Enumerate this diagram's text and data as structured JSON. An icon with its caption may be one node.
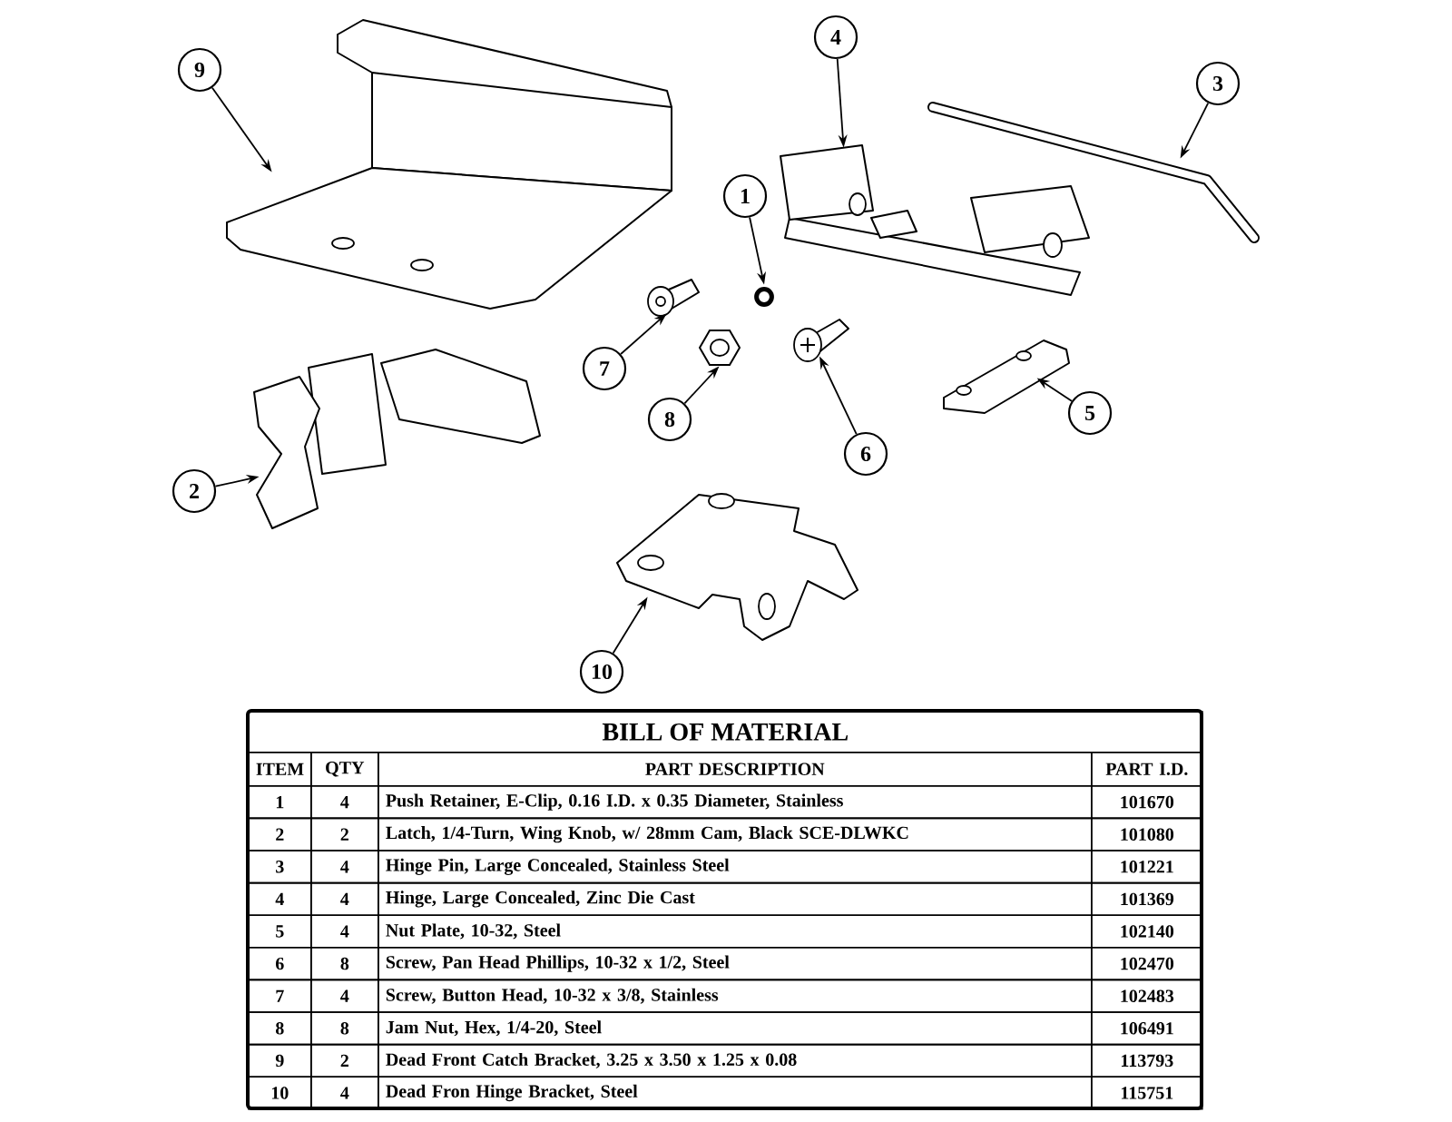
{
  "diagram": {
    "nodes": [
      {
        "text": [
          "4"
        ]
      },
      {
        "text": [
          "9"
        ]
      },
      {
        "text": [
          "3"
        ]
      },
      {
        "text": [
          "1"
        ]
      },
      {
        "text": [
          "7"
        ]
      },
      {
        "text": [
          "5"
        ]
      },
      {
        "text": [
          "8"
        ]
      },
      {
        "text": [
          "6"
        ]
      },
      {
        "text": [
          "2"
        ]
      },
      {
        "text": [
          "10"
        ]
      },
      {
        "text": [],
        "shape": "picture"
      },
      {
        "text": [],
        "shape": "picture"
      },
      {
        "text": [],
        "shape": "picture"
      },
      {
        "text": [],
        "shape": "circle"
      },
      {
        "text": [],
        "shape": "picture"
      },
      {
        "text": [],
        "shape": "picture"
      },
      {
        "text": [],
        "shape": "picture"
      },
      {
        "text": [],
        "shape": "picture"
      },
      {
        "text": [],
        "shape": "picture"
      },
      {
        "text": [],
        "shape": "picture"
      }
    ],
    "edges": [
      {
        "from": 0,
        "to": 10,
        "arrow": "to"
      },
      {
        "from": 1,
        "to": 11,
        "arrow": "to"
      },
      {
        "from": 2,
        "to": 12,
        "arrow": "to"
      },
      {
        "from": 3,
        "to": 13,
        "arrow": "to"
      },
      {
        "from": 4,
        "to": 14,
        "arrow": "to"
      },
      {
        "from": 5,
        "to": 15,
        "arrow": "to"
      },
      {
        "from": 6,
        "to": 16,
        "arrow": "to"
      },
      {
        "from": 7,
        "to": 17,
        "arrow": "to"
      },
      {
        "from": 8,
        "to": 18,
        "arrow": "to"
      },
      {
        "from": 9,
        "to": 19,
        "arrow": "to"
      }
    ],
    "labels": [
      "BILL OF MATERIAL",
      "ITEM",
      "QTY",
      "PART DESCRIPTION",
      "PART I.D.",
      "1",
      "4",
      "Push Retainer, E-Clip, 0.16 I.D. x 0.35 Diameter, Stainless",
      "101670",
      "2",
      "2",
      "Latch, 1/4-Turn, Wing Knob, w/ 28mm Cam, Black SCE-DLWKC",
      "101080",
      "3",
      "4",
      "Hinge Pin, Large Concealed, Stainless Steel",
      "101221",
      "4",
      "4",
      "Hinge, Large Concealed, Zinc Die Cast",
      "101369",
      "5",
      "4",
      "Nut Plate, 10-32, Steel",
      "102140",
      "6",
      "8",
      "Screw, Pan Head Phillips, 10-32 x 1/2, Steel",
      "102470",
      "7",
      "4",
      "Screw, Button Head, 10-32 x 3/8, Stainless",
      "102483",
      "8",
      "8",
      "Jam Nut, Hex, 1/4-20, Steel",
      "106491",
      "9",
      "2",
      "Dead Front Catch Bracket, 3.25 x 3.50 x 1.25 x 0.08",
      "113793",
      "10",
      "4",
      "Dead Fron Hinge Bracket, Steel",
      "115751"
    ]
  }
}
